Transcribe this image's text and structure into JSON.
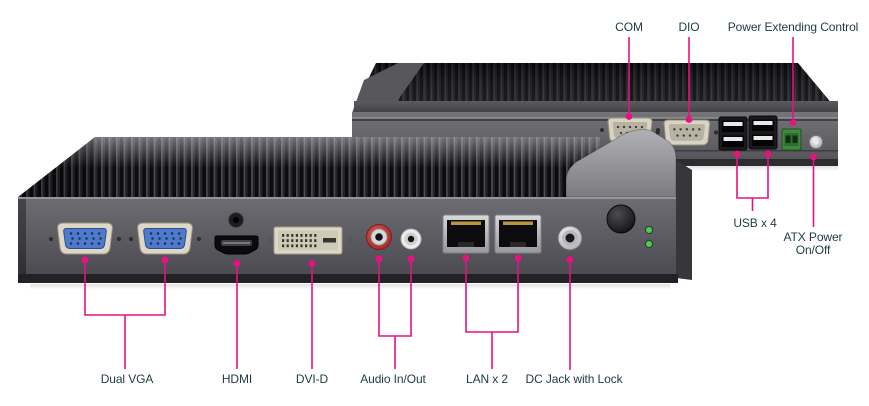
{
  "colors": {
    "background": "#ffffff",
    "callout-line": "#e7127f",
    "label-text": "#1f3b42"
  },
  "callouts": {
    "com": "COM",
    "dio": "DIO",
    "power_extending_control": "Power Extending Control",
    "usb": "USB x 4",
    "atx_power": "ATX Power On/Off",
    "dual_vga": "Dual VGA",
    "hdmi": "HDMI",
    "dvi_d": "DVI-D",
    "audio": "Audio In/Out",
    "lan": "LAN x 2",
    "dc_jack": "DC Jack with Lock"
  }
}
